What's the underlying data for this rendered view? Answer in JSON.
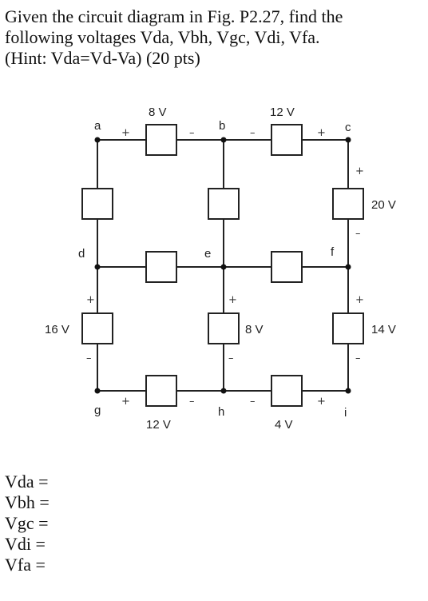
{
  "problem": {
    "line1": "Given the circuit diagram in Fig. P2.27, find the",
    "line2": "following voltages  Vda, Vbh, Vgc, Vdi, Vfa.",
    "line3": "(Hint: Vda=Vd-Va) (20 pts)"
  },
  "nodes": {
    "a": "a",
    "b": "b",
    "c": "c",
    "d": "d",
    "e": "e",
    "f": "f",
    "g": "g",
    "h": "h",
    "i": "i"
  },
  "voltages": {
    "ab": "8 V",
    "bc": "12 V",
    "cf": "20 V",
    "dg": "16 V",
    "eh": "8 V",
    "fi": "14 V",
    "gh": "12 V",
    "hi": "4 V"
  },
  "answers": {
    "vda": "Vda =",
    "vbh": "Vbh =",
    "vgc": "Vgc =",
    "vdi": "Vdi =",
    "vfa": "Vfa ="
  }
}
